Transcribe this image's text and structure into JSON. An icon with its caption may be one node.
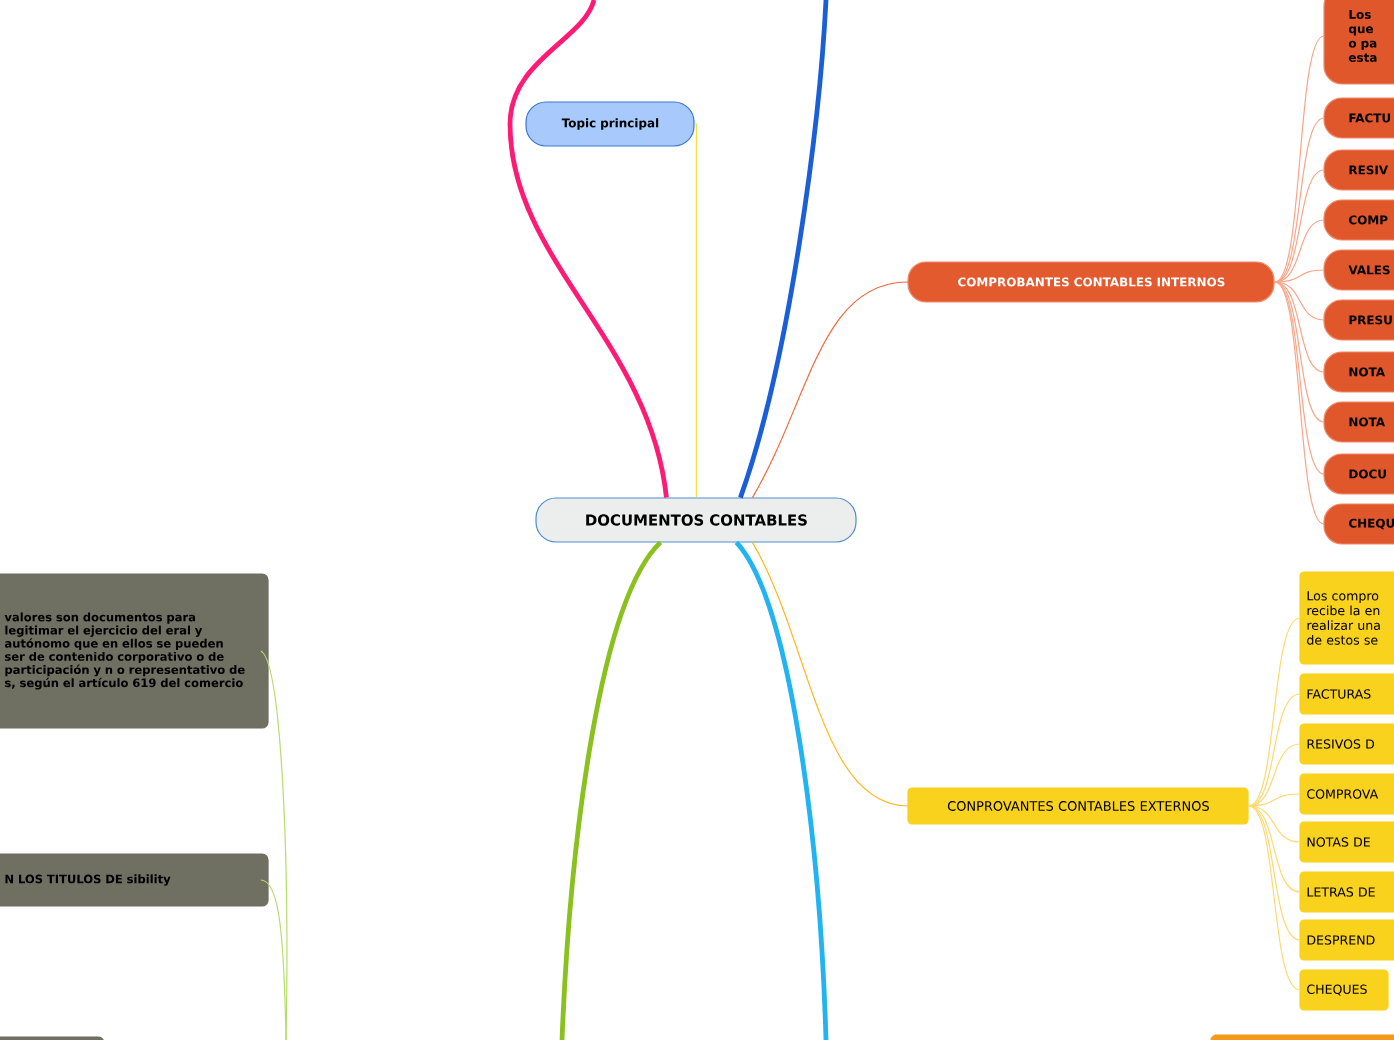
{
  "diagram": {
    "nodes": [
      {
        "text": [
          "DOCUMENTOS CONTABLES"
        ]
      },
      {
        "text": [
          "Topic principal"
        ]
      },
      {
        "text": [
          "COMPROBANTES CONTABLES INTERNOS"
        ]
      },
      {
        "text": [
          "Los que o pa esta"
        ]
      },
      {
        "text": [
          "FACTU"
        ]
      },
      {
        "text": [
          "RESIV"
        ]
      },
      {
        "text": [
          "COMP"
        ]
      },
      {
        "text": [
          "VALES"
        ]
      },
      {
        "text": [
          "PRESU"
        ]
      },
      {
        "text": [
          "NOTA"
        ]
      },
      {
        "text": [
          "NOTA"
        ]
      },
      {
        "text": [
          "DOCU"
        ]
      },
      {
        "text": [
          "CHEQU"
        ]
      },
      {
        "text": [
          "CONPROVANTES CONTABLES EXTERNOS"
        ]
      },
      {
        "text": [
          "Los compro recibe la en realizar una de estos se"
        ]
      },
      {
        "text": [
          "FACTURAS"
        ]
      },
      {
        "text": [
          "RESIVOS D"
        ]
      },
      {
        "text": [
          "COMPROVA"
        ]
      },
      {
        "text": [
          "NOTAS DE"
        ]
      },
      {
        "text": [
          "LETRAS DE"
        ]
      },
      {
        "text": [
          "DESPREND"
        ]
      },
      {
        "text": [
          "CHEQUES"
        ]
      },
      {
        "text": [
          "valores son documentos para legitimar el ejercicio del eral y autónomo que en ellos se pueden ser de contenido corporativo o de participación y n o representativo de s, según el artículo 619 del comercio"
        ]
      },
      {
        "text": [
          "N LOS TITULOS DE sibility"
        ]
      },
      {
        "text": [],
        "shape": "box"
      },
      {
        "text": [],
        "shape": "box"
      }
    ],
    "edges": [
      {
        "from": 0,
        "to": 1,
        "arrow": "none",
        "color": "#f2e13a"
      },
      {
        "from": 0,
        "to": null,
        "arrow": "none",
        "style": "thick",
        "color": "#ff1a75"
      },
      {
        "from": 0,
        "to": null,
        "arrow": "none",
        "style": "thick",
        "color": "#1a5fd8"
      },
      {
        "from": 0,
        "to": 2,
        "arrow": "none",
        "color": "#f2683a"
      },
      {
        "from": 0,
        "to": 13,
        "arrow": "none",
        "color": "#ffb81f"
      },
      {
        "from": 0,
        "to": null,
        "arrow": "none",
        "style": "thick",
        "color": "#8bc11f"
      },
      {
        "from": 0,
        "to": null,
        "arrow": "none",
        "style": "thick",
        "color": "#22b3f2"
      },
      {
        "from": 2,
        "to": 3,
        "arrow": "none",
        "color": "#f8a589"
      },
      {
        "from": 2,
        "to": 4,
        "arrow": "none",
        "color": "#f8a589"
      },
      {
        "from": 2,
        "to": 5,
        "arrow": "none",
        "color": "#f8a589"
      },
      {
        "from": 2,
        "to": 6,
        "arrow": "none",
        "color": "#f8a589"
      },
      {
        "from": 2,
        "to": 7,
        "arrow": "none",
        "color": "#f8a589"
      },
      {
        "from": 2,
        "to": 8,
        "arrow": "none",
        "color": "#f8a589"
      },
      {
        "from": 2,
        "to": 9,
        "arrow": "none",
        "color": "#f8a589"
      },
      {
        "from": 2,
        "to": 10,
        "arrow": "none",
        "color": "#f8a589"
      },
      {
        "from": 2,
        "to": 11,
        "arrow": "none",
        "color": "#f8a589"
      },
      {
        "from": 2,
        "to": 12,
        "arrow": "none",
        "color": "#f8a589"
      },
      {
        "from": 13,
        "to": 14,
        "arrow": "none",
        "color": "#ffd870"
      },
      {
        "from": 13,
        "to": 15,
        "arrow": "none",
        "color": "#ffd870"
      },
      {
        "from": 13,
        "to": 16,
        "arrow": "none",
        "color": "#ffd870"
      },
      {
        "from": 13,
        "to": 17,
        "arrow": "none",
        "color": "#ffd870"
      },
      {
        "from": 13,
        "to": 18,
        "arrow": "none",
        "color": "#ffd870"
      },
      {
        "from": 13,
        "to": 19,
        "arrow": "none",
        "color": "#ffd870"
      },
      {
        "from": 13,
        "to": 20,
        "arrow": "none",
        "color": "#ffd870"
      },
      {
        "from": 13,
        "to": 21,
        "arrow": "none",
        "color": "#ffd870"
      },
      {
        "from": null,
        "to": 22,
        "arrow": "none",
        "color": "#b6dc6a"
      },
      {
        "from": null,
        "to": 23,
        "arrow": "none",
        "color": "#b6dc6a"
      }
    ]
  }
}
